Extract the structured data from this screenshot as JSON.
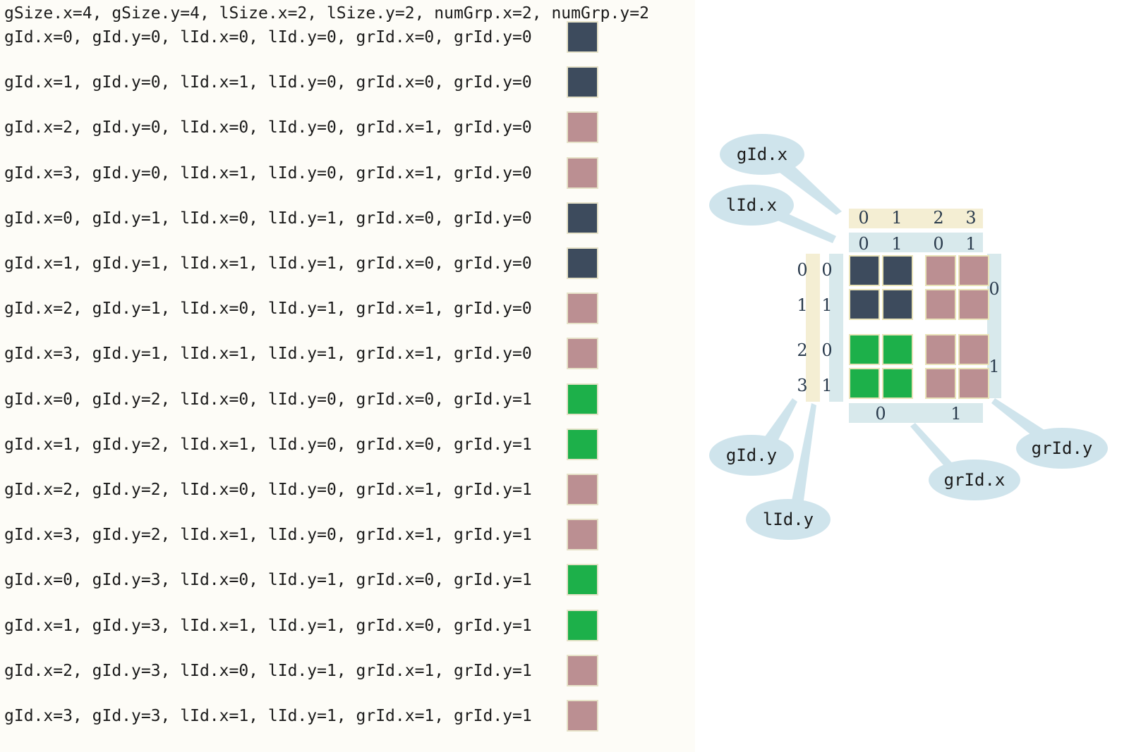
{
  "header": "gSize.x=4, gSize.y=4, lSize.x=2, lSize.y=2, numGrp.x=2, numGrp.y=2",
  "colors": {
    "group00": "#3d4b5d",
    "group10": "#bb8f92",
    "group01": "#1db04a",
    "group11": "#bb8f92"
  },
  "rows": [
    {
      "text": "gId.x=0, gId.y=0, lId.x=0, lId.y=0, grId.x=0, grId.y=0",
      "color": "#3d4b5d"
    },
    {
      "text": "gId.x=1, gId.y=0, lId.x=1, lId.y=0, grId.x=0, grId.y=0",
      "color": "#3d4b5d"
    },
    {
      "text": "gId.x=2, gId.y=0, lId.x=0, lId.y=0, grId.x=1, grId.y=0",
      "color": "#bb8f92"
    },
    {
      "text": "gId.x=3, gId.y=0, lId.x=1, lId.y=0, grId.x=1, grId.y=0",
      "color": "#bb8f92"
    },
    {
      "text": "gId.x=0, gId.y=1, lId.x=0, lId.y=1, grId.x=0, grId.y=0",
      "color": "#3d4b5d"
    },
    {
      "text": "gId.x=1, gId.y=1, lId.x=1, lId.y=1, grId.x=0, grId.y=0",
      "color": "#3d4b5d"
    },
    {
      "text": "gId.x=2, gId.y=1, lId.x=0, lId.y=1, grId.x=1, grId.y=0",
      "color": "#bb8f92"
    },
    {
      "text": "gId.x=3, gId.y=1, lId.x=1, lId.y=1, grId.x=1, grId.y=0",
      "color": "#bb8f92"
    },
    {
      "text": "gId.x=0, gId.y=2, lId.x=0, lId.y=0, grId.x=0, grId.y=1",
      "color": "#1db04a"
    },
    {
      "text": "gId.x=1, gId.y=2, lId.x=1, lId.y=0, grId.x=0, grId.y=1",
      "color": "#1db04a"
    },
    {
      "text": "gId.x=2, gId.y=2, lId.x=0, lId.y=0, grId.x=1, grId.y=1",
      "color": "#bb8f92"
    },
    {
      "text": "gId.x=3, gId.y=2, lId.x=1, lId.y=0, grId.x=1, grId.y=1",
      "color": "#bb8f92"
    },
    {
      "text": "gId.x=0, gId.y=3, lId.x=0, lId.y=1, grId.x=0, grId.y=1",
      "color": "#1db04a"
    },
    {
      "text": "gId.x=1, gId.y=3, lId.x=1, lId.y=1, grId.x=0, grId.y=1",
      "color": "#1db04a"
    },
    {
      "text": "gId.x=2, gId.y=3, lId.x=0, lId.y=1, grId.x=1, grId.y=1",
      "color": "#bb8f92"
    },
    {
      "text": "gId.x=3, gId.y=3, lId.x=1, lId.y=1, grId.x=1, grId.y=1",
      "color": "#bb8f92"
    }
  ],
  "diagram": {
    "bubbles": {
      "gid_x": "gId.x",
      "lid_x": "lId.x",
      "gid_y": "gId.y",
      "lid_y": "lId.y",
      "grid_x": "grId.x",
      "grid_y": "grId.y"
    },
    "gid_x_ticks": [
      "0",
      "1",
      "2",
      "3"
    ],
    "lid_x_ticks": [
      "0",
      "1",
      "0",
      "1"
    ],
    "gid_y_ticks": [
      "0",
      "1",
      "2",
      "3"
    ],
    "lid_y_ticks": [
      "0",
      "1",
      "0",
      "1"
    ],
    "grid_x_ticks": [
      "0",
      "1"
    ],
    "grid_y_ticks": [
      "0",
      "1"
    ]
  }
}
